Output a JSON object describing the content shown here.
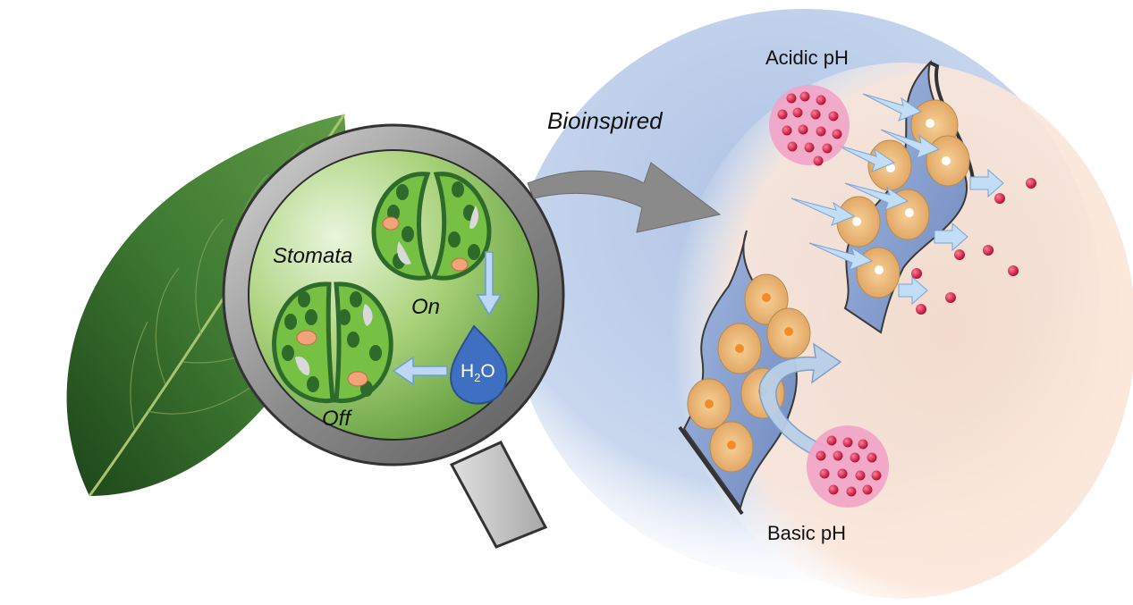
{
  "labels": {
    "bioinspired": "Bioinspired",
    "stomata": "Stomata",
    "on": "On",
    "off": "Off",
    "acidic": "Acidic pH",
    "basic": "Basic pH",
    "water_main": "H",
    "water_sub": "2",
    "water_tail": "O"
  },
  "colors": {
    "leaf_dark": "#1f4a1c",
    "leaf_light": "#6f9f45",
    "lens_green": "#8fc35a",
    "guard_cell": "#76c043",
    "chloroplast": "#2e6b2a",
    "membrane_blue": "#8ea9d9",
    "pore_orange": "#f2c27a",
    "ion_red": "#c8143c",
    "ion_bubble": "#f2a3c6",
    "water_drop": "#3f6fc0",
    "bg_blue": "#b9cbe6",
    "bg_peach": "#f6d6c2"
  },
  "icons": {
    "leaf": "leaf-icon",
    "magnifier": "magnifying-glass-icon",
    "arrow": "curved-arrow-icon",
    "drop": "water-drop-icon"
  }
}
